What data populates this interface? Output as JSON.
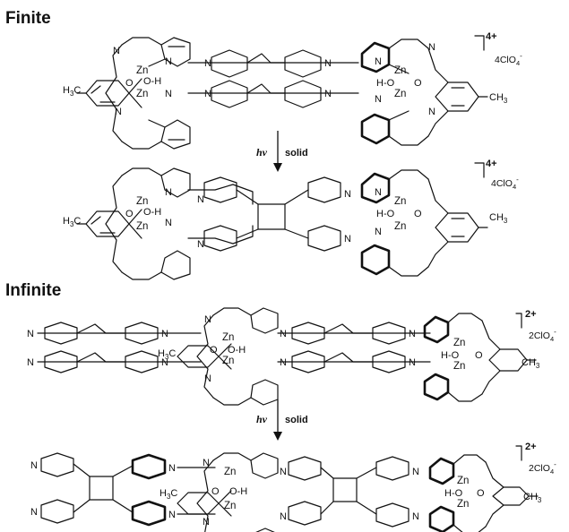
{
  "sections": {
    "finite": "Finite",
    "infinite": "Infinite"
  },
  "reaction": {
    "hv": "hv",
    "solid": "solid"
  },
  "charges": {
    "finite": "4+",
    "infinite": "2+"
  },
  "anions": {
    "finite": "4ClO",
    "infinite": "2ClO",
    "sub": "4",
    "sup": "-"
  },
  "atoms": {
    "zn": "Zn",
    "n": "N",
    "o": "O",
    "oh": "O-H",
    "ho": "H-O",
    "h3c": "H",
    "h3c_tail": "3C",
    "ch3": "CH",
    "ch3_sub": "3"
  }
}
